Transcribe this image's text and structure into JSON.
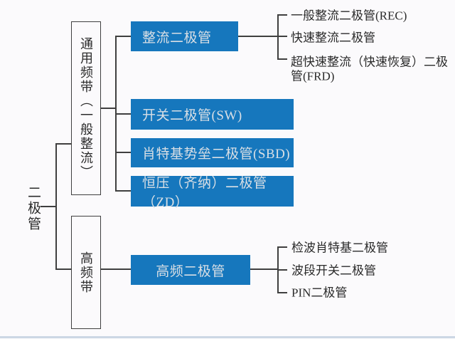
{
  "colors": {
    "node_fill": "#1677bd",
    "node_text": "#d9dfe5",
    "connector_line": "#3f3f3f",
    "leaf_text": "#2b2b2b",
    "background": "#fbfafc",
    "bottom_strip": "#ccd7e4"
  },
  "tree": {
    "root": "二极管",
    "branches": [
      {
        "label": "通用频带（一般整流）",
        "children": [
          {
            "label": "整流二极管",
            "leaves": [
              "一般整流二极管(REC)",
              "快速整流二极管",
              "超快速整流（快速恢复）二极管(FRD)"
            ]
          },
          {
            "label": "开关二极管(SW)"
          },
          {
            "label": "肖特基势垒二极管(SBD)"
          },
          {
            "label": "恒压（齐纳）二极管（ZD）"
          }
        ]
      },
      {
        "label": "高频带",
        "children": [
          {
            "label": "高频二极管",
            "leaves": [
              "检波肖特基二极管",
              "波段开关二极管",
              "PIN二极管"
            ]
          }
        ]
      }
    ]
  }
}
